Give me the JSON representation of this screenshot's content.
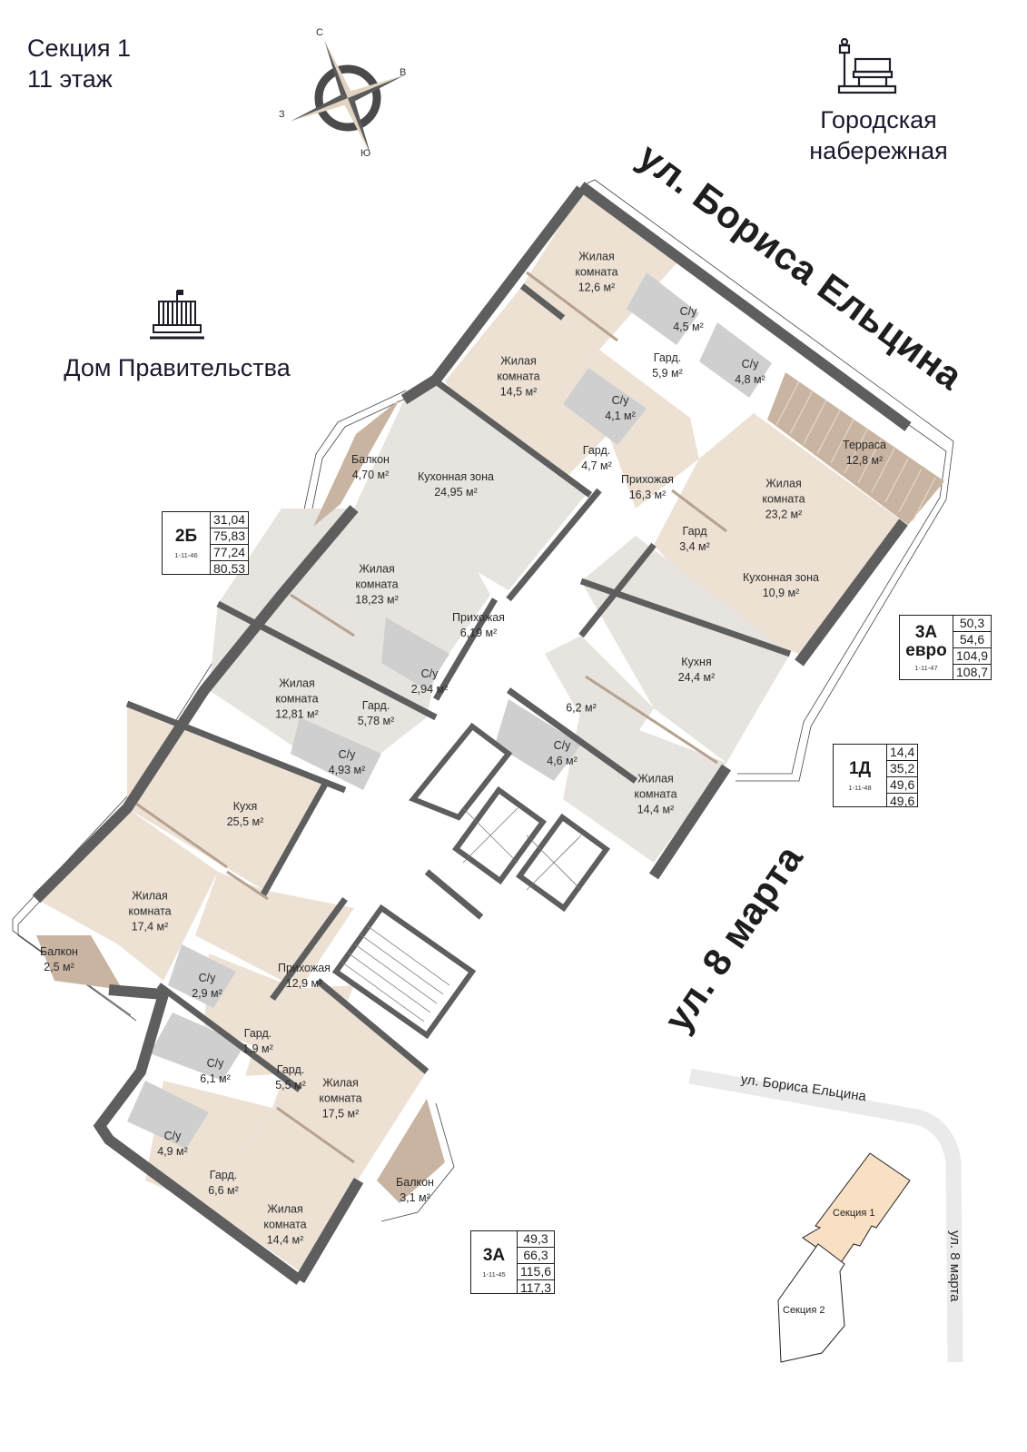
{
  "header": {
    "section": "Секция 1",
    "floor": "11 этаж"
  },
  "compass": {
    "north": "С",
    "east": "В",
    "west": "З",
    "south": "Ю",
    "colors": {
      "ring": "#4a4a4a",
      "needle_light": "#e2d3c1",
      "needle_dark": "#5a5a5a"
    }
  },
  "landmarks": {
    "embankment": {
      "icon": "bench-lamp-icon",
      "label_line1": "Городская",
      "label_line2": "набережная"
    },
    "government": {
      "icon": "government-building-icon",
      "label": "Дом Правительства"
    }
  },
  "streets": {
    "top": "ул. Бориса Ельцина",
    "right": "ул. 8 марта"
  },
  "colors": {
    "wall": "#5e5e5e",
    "room_beige": "#ede1d4",
    "room_grey": "#e7e3de",
    "bathroom": "#cfcfcf",
    "balcony": "#c8b4a0",
    "site_highlight": "#f9dfc3",
    "road": "#eaeaea"
  },
  "units": [
    {
      "code": "2Б",
      "number": "1-11-46",
      "values": [
        "31,04",
        "75,83",
        "77,24",
        "80,53"
      ]
    },
    {
      "code": "3А",
      "code2": "евро",
      "number": "1-11-47",
      "values": [
        "50,3",
        "54,6",
        "104,9",
        "108,7"
      ]
    },
    {
      "code": "1Д",
      "number": "1-11-48",
      "values": [
        "14,4",
        "35,2",
        "49,6",
        "49,6"
      ]
    },
    {
      "code": "3А",
      "number": "1-11-45",
      "values": [
        "49,3",
        "66,3",
        "115,6",
        "117,3"
      ]
    }
  ],
  "rooms": [
    {
      "name": "Жилая\nкомната",
      "area": "12,6 м²"
    },
    {
      "name": "С/у",
      "area": "4,5 м²"
    },
    {
      "name": "Гард.",
      "area": "5,9 м²"
    },
    {
      "name": "С/у",
      "area": "4,8 м²"
    },
    {
      "name": "Жилая\nкомната",
      "area": "14,5 м²"
    },
    {
      "name": "С/у",
      "area": "4,1 м²"
    },
    {
      "name": "Гард.",
      "area": "4,7 м²"
    },
    {
      "name": "Терраса",
      "area": "12,8 м²"
    },
    {
      "name": "Балкон",
      "area": "4,70 м²"
    },
    {
      "name": "Кухонная зона",
      "area": "24,95 м²"
    },
    {
      "name": "Прихожая",
      "area": "16,3 м²"
    },
    {
      "name": "Жилая\nкомната",
      "area": "23,2 м²"
    },
    {
      "name": "Гард",
      "area": "3,4 м²"
    },
    {
      "name": "Жилая\nкомната",
      "area": "18,23 м²"
    },
    {
      "name": "Кухонная зона",
      "area": "10,9 м²"
    },
    {
      "name": "Прихожая",
      "area": "6,19 м²"
    },
    {
      "name": "С/у",
      "area": "2,94 м²"
    },
    {
      "name": "Кухня",
      "area": "24,4 м²"
    },
    {
      "name": "Жилая\nкомната",
      "area": "12,81 м²"
    },
    {
      "name": "Гард.",
      "area": "5,78 м²"
    },
    {
      "name": "",
      "area": "6,2 м²"
    },
    {
      "name": "С/у",
      "area": "4,93 м²"
    },
    {
      "name": "С/у",
      "area": "4,6 м²"
    },
    {
      "name": "Жилая\nкомната",
      "area": "14,4 м²"
    },
    {
      "name": "Кухя",
      "area": "25,5 м²"
    },
    {
      "name": "Жилая\nкомната",
      "area": "17,4 м²"
    },
    {
      "name": "Балкон",
      "area": "2,5 м²"
    },
    {
      "name": "Прихожая",
      "area": "12,9 м²"
    },
    {
      "name": "С/у",
      "area": "2,9 м²"
    },
    {
      "name": "Гард.",
      "area": "1,9 м²"
    },
    {
      "name": "С/у",
      "area": "6,1 м²"
    },
    {
      "name": "Гард.",
      "area": "5,5 м²"
    },
    {
      "name": "Жилая\nкомната",
      "area": "17,5 м²"
    },
    {
      "name": "С/у",
      "area": "4,9 м²"
    },
    {
      "name": "Гард.",
      "area": "6,6 м²"
    },
    {
      "name": "Балкон",
      "area": "3,1 м²"
    },
    {
      "name": "Жилая\nкомната",
      "area": "14,4 м²"
    }
  ],
  "site_plan": {
    "street_top": "ул. Бориса Ельцина",
    "street_right": "ул. 8 марта",
    "section1": "Секция 1",
    "section2": "Секция 2"
  }
}
